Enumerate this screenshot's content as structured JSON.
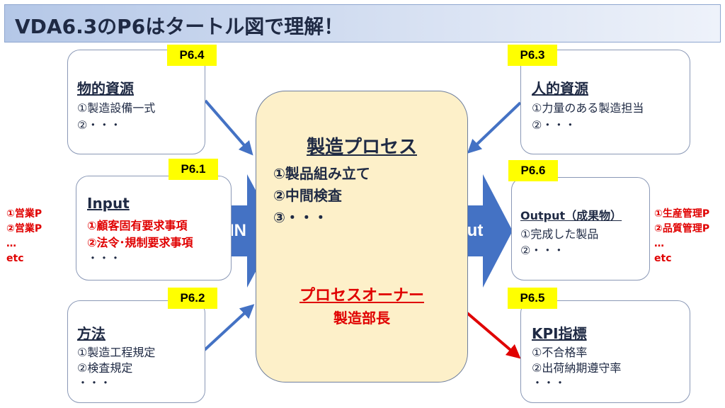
{
  "title": "VDA6.3のP6はタートル図で理解！",
  "center": {
    "heading": "製造プロセス",
    "items": [
      "①製品組み立て",
      "②中間検査",
      "③・・・"
    ],
    "owner_label": "プロセスオーナー",
    "owner_value": "製造部長"
  },
  "boxes": {
    "physical": {
      "tag": "P6.4",
      "title": "物的資源",
      "lines": [
        "①製造設備一式",
        "②・・・"
      ]
    },
    "input": {
      "tag": "P6.1",
      "title": "Input",
      "lines": [
        "①顧客固有要求事項",
        "②法令･規制要求事項",
        "・・・"
      ]
    },
    "method": {
      "tag": "P6.2",
      "title": "方法",
      "lines": [
        "①製造工程規定",
        "②検査規定",
        "・・・"
      ]
    },
    "human": {
      "tag": "P6.3",
      "title": "人的資源",
      "lines": [
        "①力量のある製造担当",
        "②・・・"
      ]
    },
    "output": {
      "tag": "P6.6",
      "title": "Output（成果物）",
      "lines": [
        "①完成した製品",
        "②・・・"
      ]
    },
    "kpi": {
      "tag": "P6.5",
      "title": "KPI指標",
      "lines": [
        "①不合格率",
        "②出荷納期遵守率",
        "・・・"
      ]
    }
  },
  "arrows": {
    "in_label": "IN",
    "out_label": "Out"
  },
  "left_note": [
    "①営業P",
    "②営業P",
    "…",
    "etc"
  ],
  "right_note": [
    "①生産管理P",
    "②品質管理P",
    "…",
    "etc"
  ],
  "colors": {
    "blue_arrow": "#4472c4",
    "red_arrow": "#e00000",
    "tag": "#ffff00",
    "center_fill": "#fdf0c9"
  }
}
